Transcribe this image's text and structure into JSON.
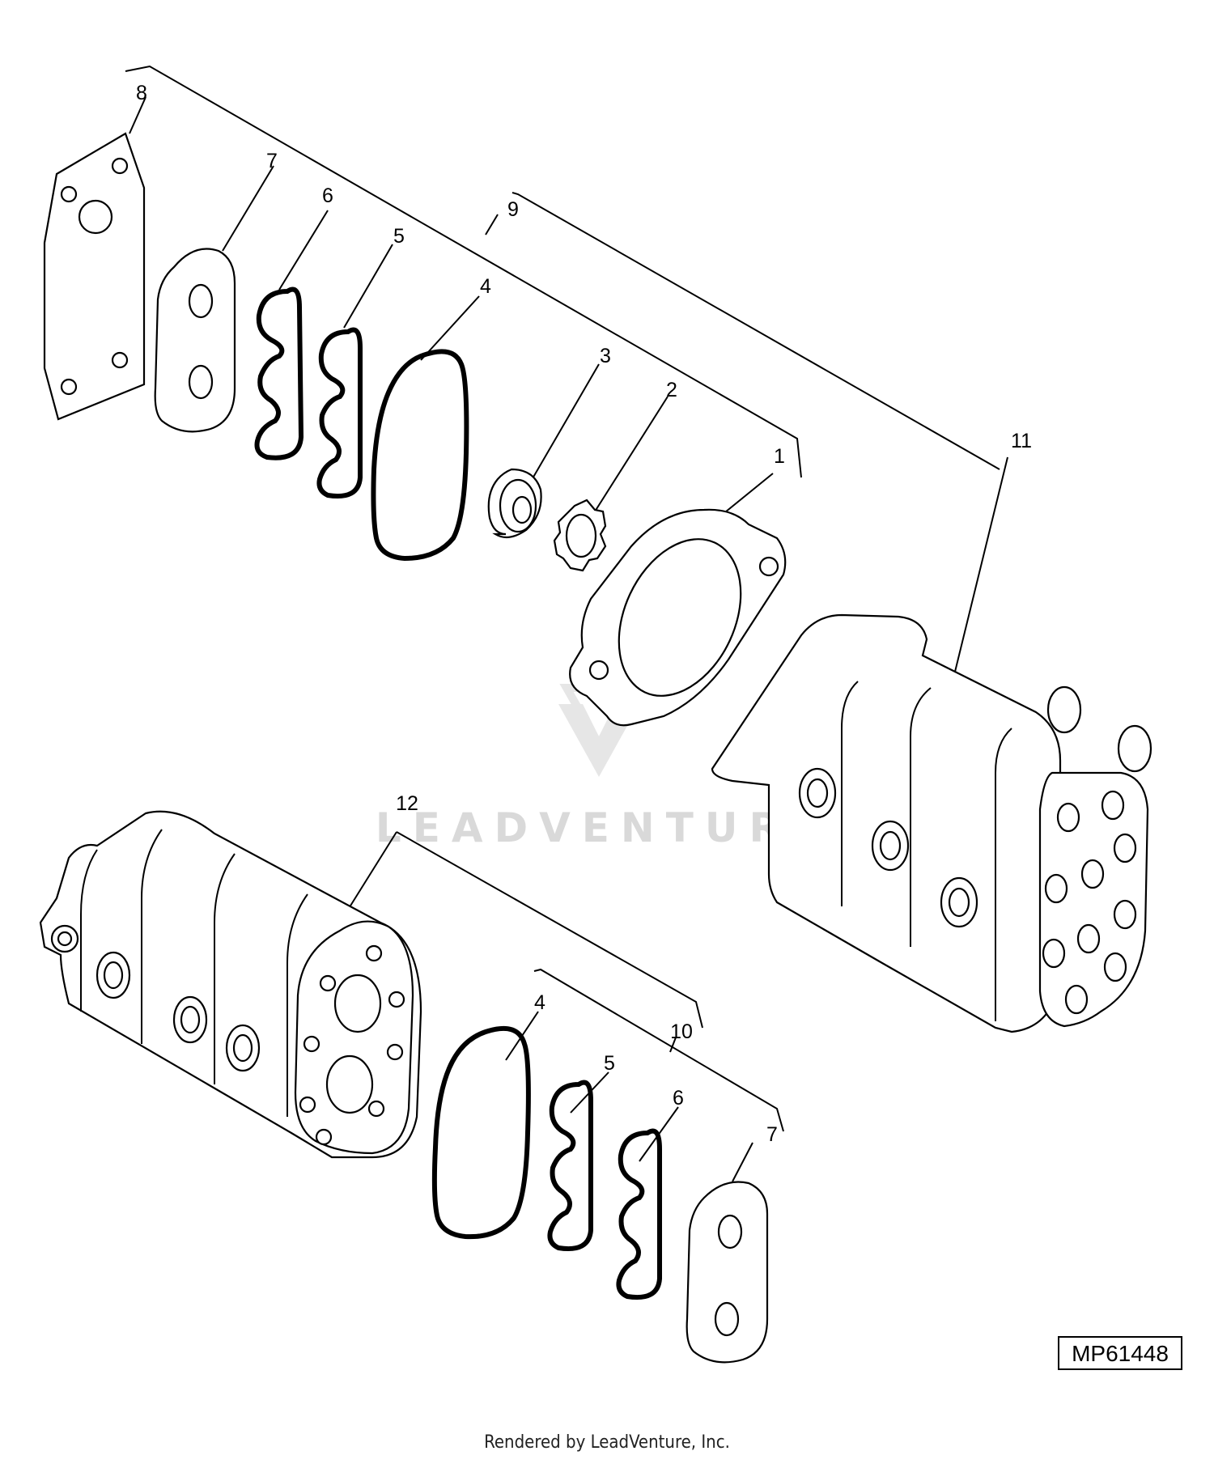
{
  "callouts": {
    "c1": "1",
    "c2": "2",
    "c3": "3",
    "c4_top": "4",
    "c5_top": "5",
    "c6_top": "6",
    "c7_top": "7",
    "c8": "8",
    "c9": "9",
    "c11": "11",
    "c12": "12",
    "c4_bot": "4",
    "c5_bot": "5",
    "c6_bot": "6",
    "c7_bot": "7",
    "c10": "10"
  },
  "figure_id": "MP61448",
  "watermark": "LEADVENTURE",
  "footer": "Rendered by LeadVenture, Inc."
}
